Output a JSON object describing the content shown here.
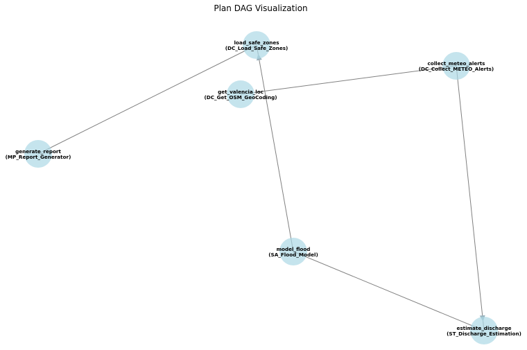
{
  "title": "Plan DAG Visualization",
  "colors": {
    "node_fill": "#add8e6",
    "edge": "#808080",
    "arrow": "#9ab4bf"
  },
  "nodes": [
    {
      "id": "load_safe_zones",
      "line1": "load_safe_zones",
      "line2": "(DC_Load_Safe_Zones)"
    },
    {
      "id": "get_valencia_loc",
      "line1": "get_valencia_loc",
      "line2": "(DC_Get_OSM_GeoCoding)"
    },
    {
      "id": "collect_meteo_alerts",
      "line1": "collect_meteo_alerts",
      "line2": "(DC_Collect_METEO_Alerts)"
    },
    {
      "id": "generate_report",
      "line1": "generate_report",
      "line2": "(MP_Report_Generator)"
    },
    {
      "id": "model_flood",
      "line1": "model_flood",
      "line2": "(SA_Flood_Model)"
    },
    {
      "id": "estimate_discharge",
      "line1": "estimate_discharge",
      "line2": "(ST_Discharge_Estimation)"
    }
  ],
  "edges": [
    {
      "from": "load_safe_zones",
      "to": "generate_report",
      "arrow": false
    },
    {
      "from": "get_valencia_loc",
      "to": "collect_meteo_alerts",
      "arrow": false
    },
    {
      "from": "model_flood",
      "to": "load_safe_zones",
      "arrow": true
    },
    {
      "from": "collect_meteo_alerts",
      "to": "estimate_discharge",
      "arrow": true
    },
    {
      "from": "model_flood",
      "to": "estimate_discharge",
      "arrow": false
    }
  ]
}
